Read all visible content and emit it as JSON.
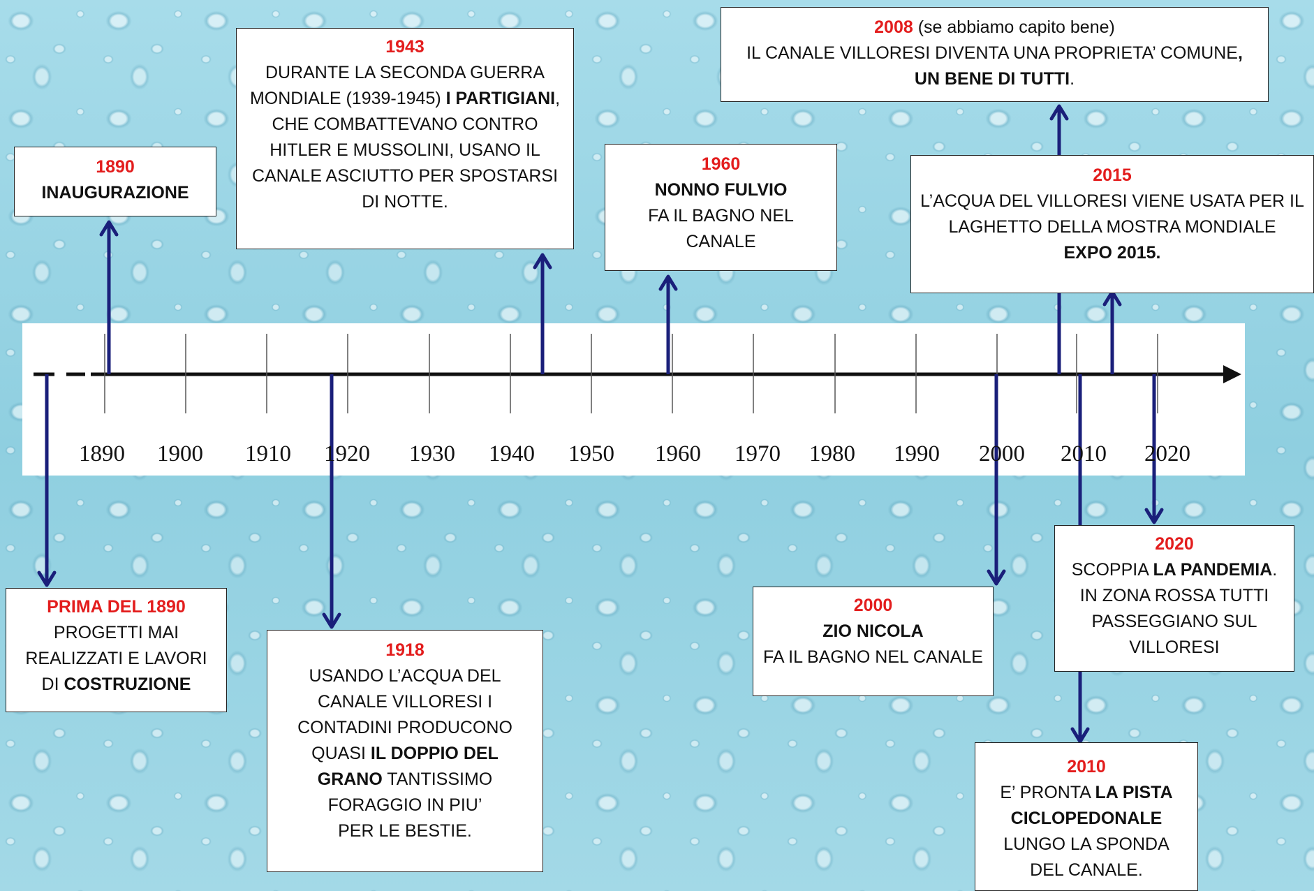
{
  "timeline": {
    "axis_labels": [
      "1890",
      "1900",
      "1910",
      "1920",
      "1930",
      "1940",
      "1950",
      "1960",
      "1970",
      "1980",
      "1990",
      "2000",
      "2010",
      "2020"
    ]
  },
  "colors": {
    "background": "#9fd6e4",
    "year_highlight": "#e31d1d",
    "arrow": "#1a1f7a",
    "axis": "#111111"
  },
  "events": {
    "e1890": {
      "year": "1890",
      "title": "INAUGURAZIONE"
    },
    "e1943": {
      "year": "1943",
      "l1": "DURANTE LA SECONDA GUERRA MONDIALE (1939-1945) ",
      "b1": "I PARTIGIANI",
      "l2": ", CHE COMBATTEVANO CONTRO HITLER E MUSSOLINI, USANO IL CANALE ASCIUTTO PER SPOSTARSI",
      "l3": "DI NOTTE."
    },
    "e1960": {
      "year": "1960",
      "title": "NONNO FULVIO",
      "text": "FA IL BAGNO NEL CANALE"
    },
    "e2008": {
      "year": "2008",
      "aside": " (se abbiamo capito bene)",
      "l1": "IL CANALE VILLORESI DIVENTA UNA PROPRIETA’ COMUNE",
      "comma": ",",
      "b1": "UN BENE DI TUTTI",
      "end": "."
    },
    "e2015": {
      "year": "2015",
      "text": "L’ACQUA DEL VILLORESI VIENE USATA PER IL LAGHETTO DELLA MOSTRA MONDIALE",
      "b1": "EXPO 2015."
    },
    "ePrima": {
      "year": "PRIMA DEL 1890",
      "text": "PROGETTI MAI REALIZZATI E LAVORI DI ",
      "b1": "COSTRUZIONE"
    },
    "e1918": {
      "year": "1918",
      "l1": "USANDO L’ACQUA DEL CANALE VILLORESI I CONTADINI PRODUCONO QUASI ",
      "b1": "IL DOPPIO DEL GRANO",
      "l2": " TANTISSIMO FORAGGIO IN PIU’",
      "l3": "PER LE BESTIE."
    },
    "e2000": {
      "year": "2000",
      "title": "ZIO NICOLA",
      "text": "FA IL BAGNO NEL CANALE"
    },
    "e2020": {
      "year": "2020",
      "l1": "SCOPPIA ",
      "b1": "LA PANDEMIA",
      "l2": ". IN ZONA ROSSA TUTTI PASSEGGIANO SUL VILLORESI"
    },
    "e2010": {
      "year": "2010",
      "l1": "E’ PRONTA ",
      "b1": "LA PISTA CICLOPEDONALE",
      "l2": " LUNGO LA SPONDA DEL CANALE."
    }
  }
}
